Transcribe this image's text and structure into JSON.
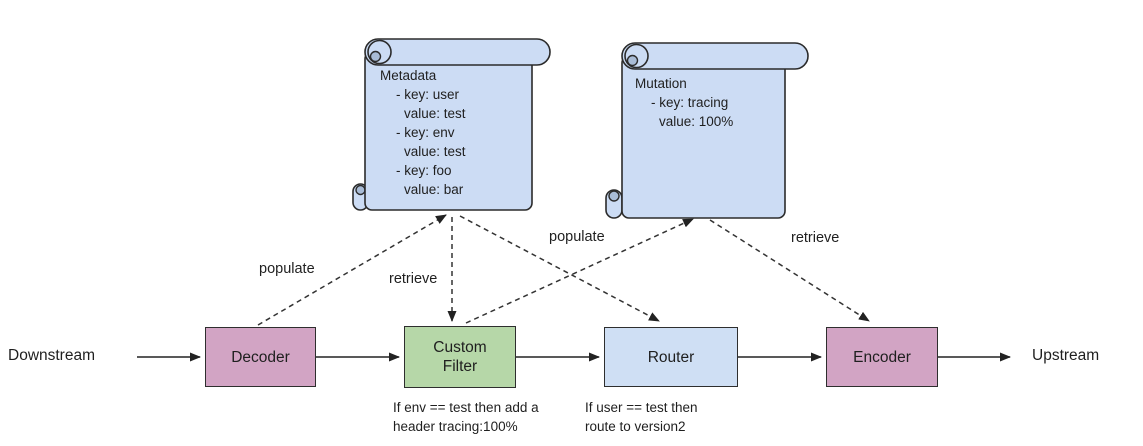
{
  "diagram": {
    "background": "#ffffff",
    "downstream_label": "Downstream",
    "upstream_label": "Upstream"
  },
  "nodes": [
    {
      "id": "decoder",
      "label": "Decoder",
      "fill": "#d2a4c4"
    },
    {
      "id": "custom-filter",
      "label": "Custom Filter",
      "fill": "#b6d7a8",
      "caption_lines": [
        "If env == test then add a",
        "header tracing:100%"
      ]
    },
    {
      "id": "router",
      "label": "Router",
      "fill": "#cfdff4",
      "caption_lines": [
        "If user == test then",
        "route to version2"
      ]
    },
    {
      "id": "encoder",
      "label": "Encoder",
      "fill": "#d2a4c4"
    }
  ],
  "scrolls": [
    {
      "id": "metadata",
      "fill": "#ccdcf4",
      "shade": "#a9bcd6",
      "lines": [
        "Metadata",
        "- key: user",
        "value: test",
        "- key: env",
        "value: test",
        "- key: foo",
        "value: bar"
      ]
    },
    {
      "id": "mutation",
      "fill": "#ccdcf4",
      "shade": "#a9bcd6",
      "lines": [
        "Mutation",
        "- key: tracing",
        "value: 100%"
      ]
    }
  ],
  "connectors": [
    {
      "from": "decoder",
      "to": "metadata-scroll",
      "label": "populate",
      "style": "dashed"
    },
    {
      "from": "metadata-scroll",
      "to": "custom-filter",
      "label": "retrieve",
      "style": "dashed"
    },
    {
      "from": "metadata-scroll",
      "to": "router",
      "label": "",
      "style": "dashed"
    },
    {
      "from": "custom-filter",
      "to": "mutation-scroll",
      "label": "populate",
      "style": "dashed"
    },
    {
      "from": "mutation-scroll",
      "to": "encoder",
      "label": "retrieve",
      "style": "dashed"
    }
  ],
  "colors": {
    "node_border": "#2e2e2e",
    "line": "#333333",
    "text": "#1f1f1f"
  }
}
